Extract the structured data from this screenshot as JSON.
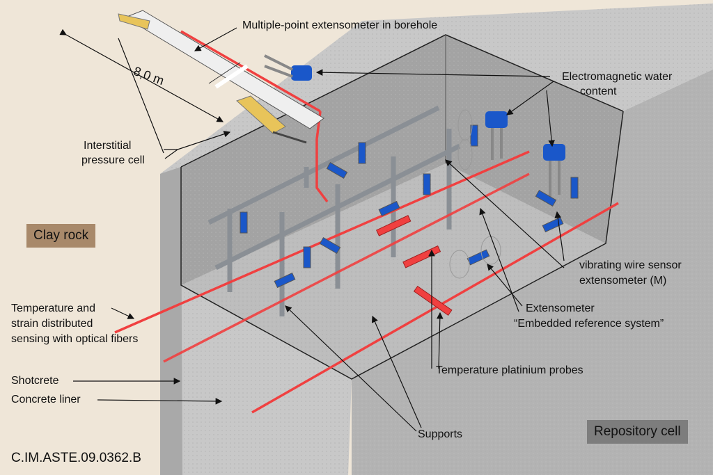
{
  "labels": {
    "extensometer_borehole": "Multiple-point extensometer in borehole",
    "dimension": "8,0 m",
    "em_water_1": "Electromagnetic water",
    "em_water_2": "content",
    "pressure_cell_1": "Interstitial",
    "pressure_cell_2": "pressure cell",
    "clay_rock": "Clay rock",
    "vw_1": "vibrating wire sensor",
    "vw_2": "extensometer  (M)",
    "fiber_1": "Temperature and",
    "fiber_2": "strain distributed",
    "fiber_3": "sensing with optical fibers",
    "embedded_1": "Extensometer",
    "embedded_2": "“Embedded reference system”",
    "shotcrete": "Shotcrete",
    "concrete_liner": "Concrete liner",
    "platinum_probes": "Temperature platinium probes",
    "supports": "Supports",
    "repository_cell": "Repository cell",
    "drawing_code": "C.IM.ASTE.09.0362.B"
  },
  "colors": {
    "background": "#efe6d8",
    "rock_top": "#d9d9d9",
    "rock_front": "#c4c4c4",
    "rock_side": "#b5b5b5",
    "cavity_back": "#9b9b9b",
    "floor": "#bdbdbd",
    "fiber": "#f04040",
    "sensor_blue": "#1a57c9",
    "support_grey": "#8a8f95",
    "clay_box": "#a8896a",
    "repository_box": "#7d7d7d"
  }
}
